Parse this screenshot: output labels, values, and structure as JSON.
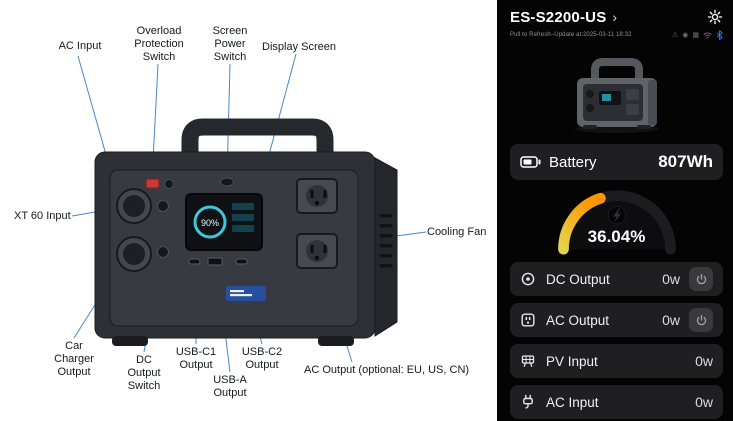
{
  "diagram": {
    "screen_percent": "90%",
    "labels": {
      "ac_input": "AC Input",
      "overload": "Overload\nProtection\nSwitch",
      "screen_power": "Screen\nPower\nSwitch",
      "display": "Display Screen",
      "xt60": "XT 60 Input",
      "cooling_fan": "Cooling Fan",
      "car_charger": "Car\nCharger\nOutput",
      "dc_switch": "DC\nOutput\nSwitch",
      "usb_c1": "USB-C1\nOutput",
      "usb_a": "USB-A\nOutput",
      "usb_c2": "USB-C2\nOutput",
      "ac_output": "AC Output (optional: EU, US, CN)"
    },
    "callout_line_color": "#4a86c8"
  },
  "app": {
    "header": {
      "title": "ES-S2200-US",
      "chevron": "›"
    },
    "status": {
      "refresh_text": "Pull to Refresh–Update at:2025-03-11 18:32"
    },
    "status_icons": {
      "warning": "⚠",
      "device": "◉",
      "grid": "▦"
    },
    "battery": {
      "label": "Battery",
      "value": "807Wh",
      "percent": "36.04%"
    },
    "rows": [
      {
        "label": "DC Output",
        "value": "0w"
      },
      {
        "label": "AC Output",
        "value": "0w"
      },
      {
        "label": "PV Input",
        "value": "0w"
      },
      {
        "label": "AC Input",
        "value": "0w"
      }
    ],
    "colors": {
      "gauge_start": "#e4d44a",
      "gauge_end": "#ff9500",
      "bluetooth": "#2e7cf6",
      "card_bg": "#1f1f22"
    }
  }
}
